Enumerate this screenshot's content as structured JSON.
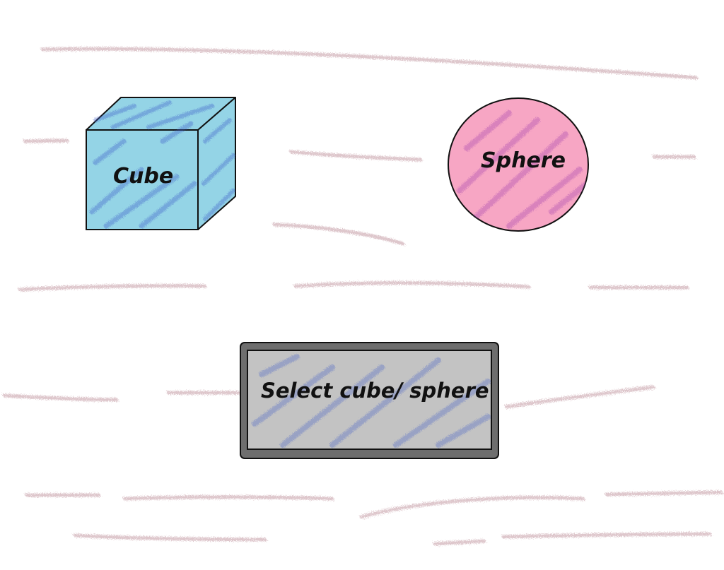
{
  "shapes": {
    "cube": {
      "label": "Cube",
      "icon": "cube-icon",
      "fill": "#94d4e6",
      "scribble": "#3a58c8"
    },
    "sphere": {
      "label": "Sphere",
      "icon": "sphere-icon",
      "fill": "#f7a6c4",
      "scribble": "#a040b0"
    }
  },
  "select_button": {
    "label": "Select cube/ sphere",
    "fill": "#c3c3c3",
    "frame": "#6e6e6e",
    "scribble": "#3a58c8"
  },
  "colors": {
    "background": "#ffffff",
    "stroke": "#111111",
    "smudge": "#c49aa4"
  }
}
